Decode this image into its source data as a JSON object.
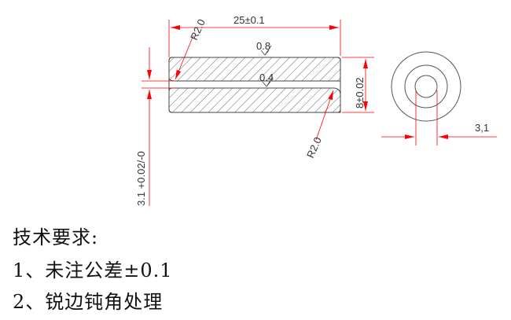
{
  "drawing": {
    "length_dim": "25±0.1",
    "height_dim": "8±0.02",
    "slot_dim": "3.1 +0.02/-0",
    "radius_top": "R2.0",
    "radius_bottom": "R2.0",
    "roughness_top": "0.8",
    "roughness_slot": "0.4",
    "hole_dim": "3,1",
    "dim_color": "#ff0000"
  },
  "notes": {
    "title": "技术要求:",
    "items": [
      "1、未注公差±0.1",
      "2、锐边钝角处理"
    ]
  }
}
